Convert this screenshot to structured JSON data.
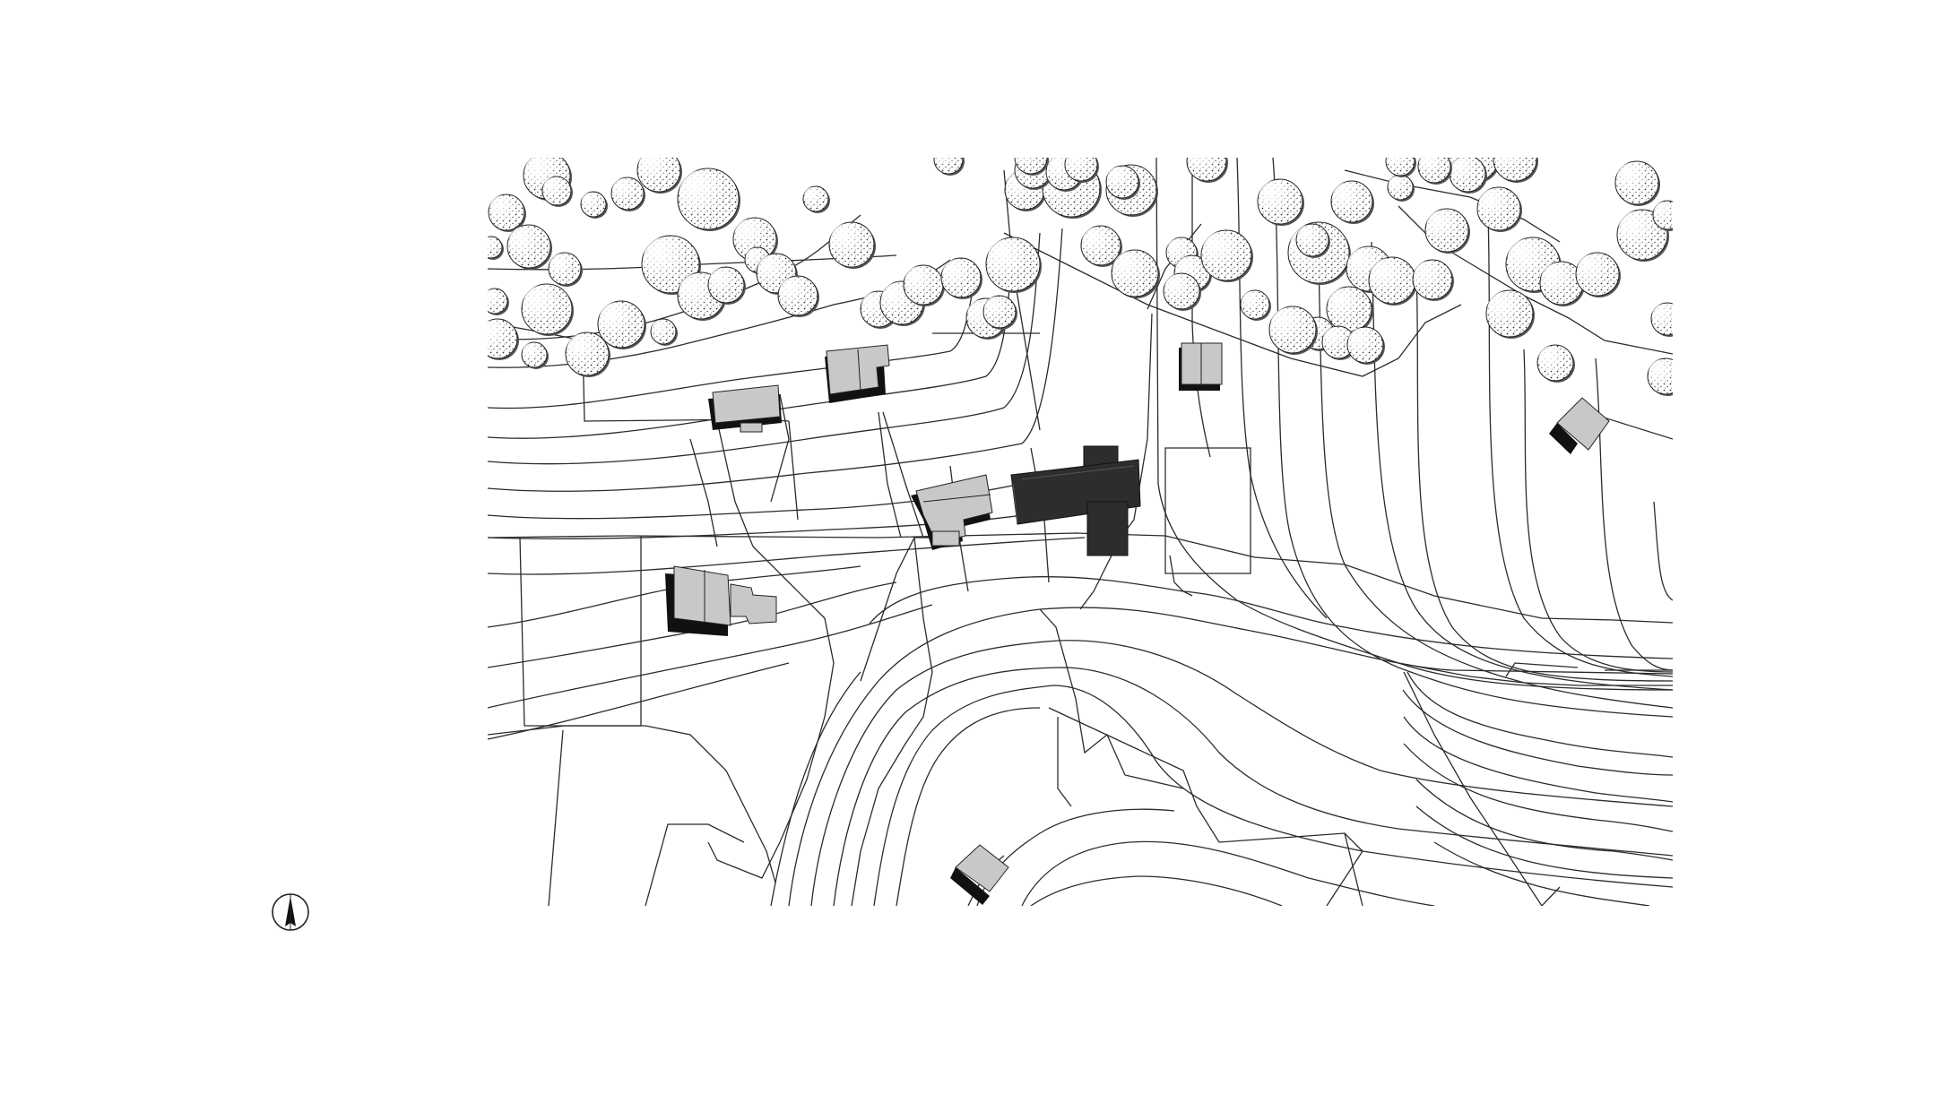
{
  "map": {
    "type": "site-plan",
    "description_text": "",
    "colors": {
      "background": "#ffffff",
      "line": "#2b2b2b",
      "neighbor_roof": "#c8c8c8",
      "neighbor_shadow": "#111111",
      "main_building": "#2d2d2d",
      "tree_fill": "#ffffff",
      "tree_stipple": "#222222"
    },
    "features": {
      "trees": "tree-canopy",
      "contours": "contour-lines",
      "parcels": "property-boundaries",
      "neighbors": "neighboring-buildings",
      "main": "main-building"
    },
    "north_arrow": {
      "icon": "north-arrow-icon",
      "label": ""
    }
  }
}
